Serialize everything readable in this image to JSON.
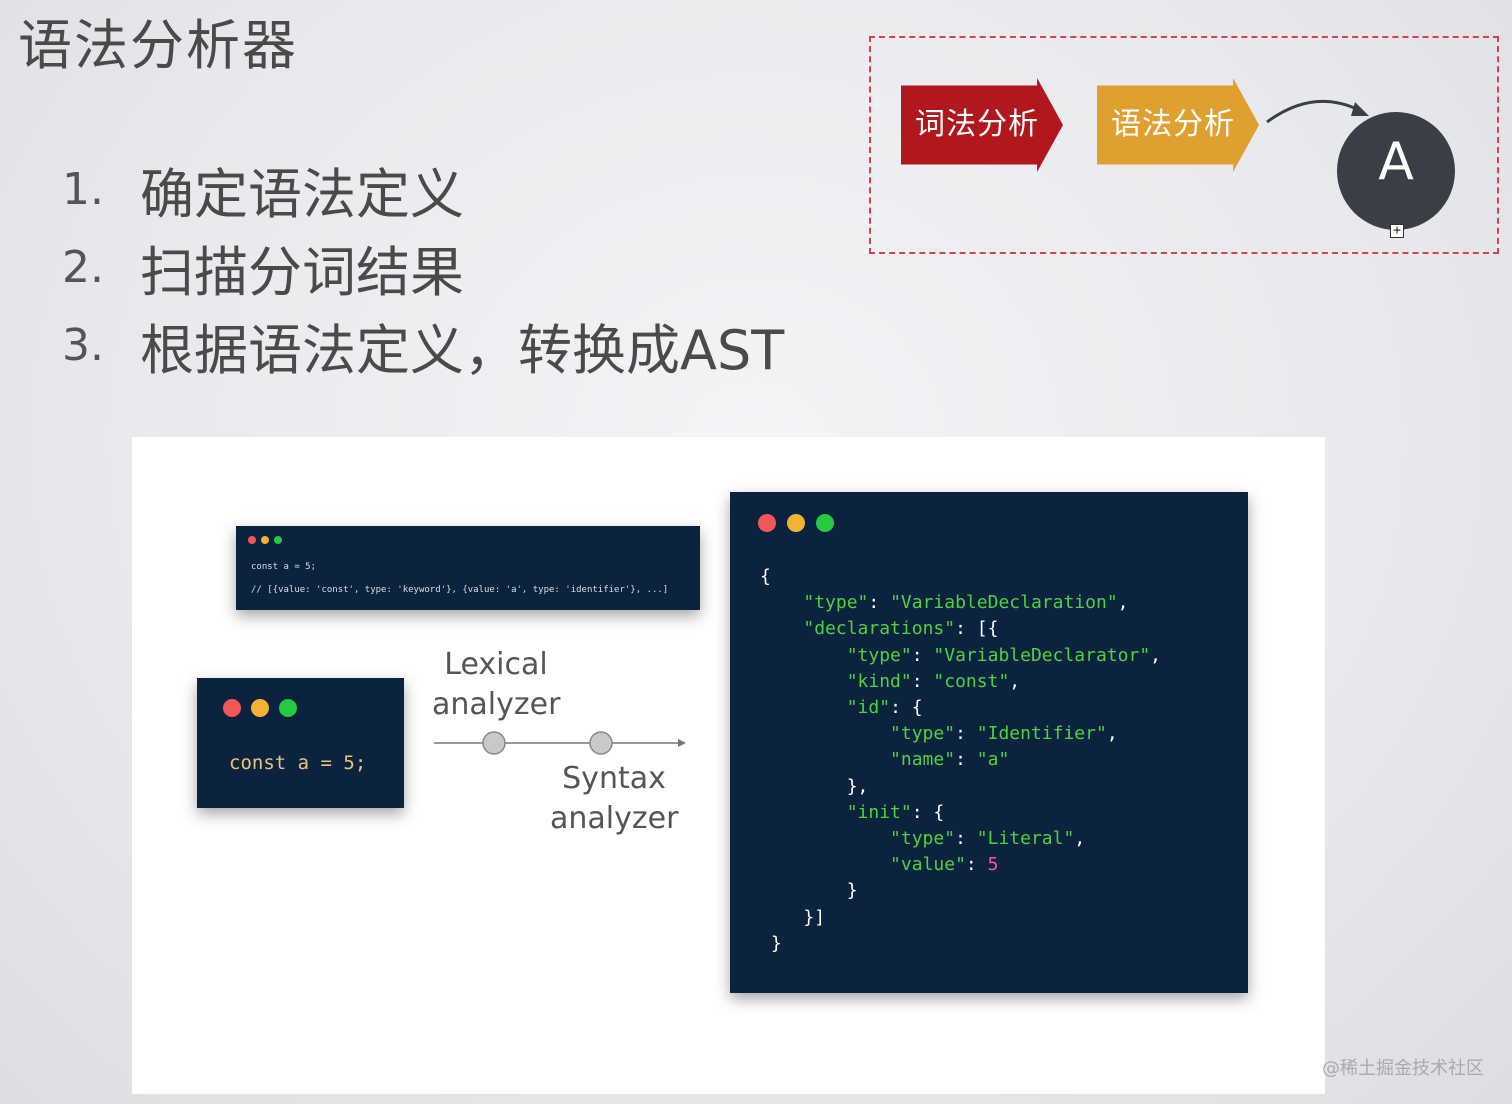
{
  "slide": {
    "title": "语法分析器",
    "steps": [
      {
        "num": "1.",
        "text": "确定语法定义"
      },
      {
        "num": "2.",
        "text": "扫描分词结果"
      },
      {
        "num": "3.",
        "text": "根据语法定义，转换成AST"
      }
    ]
  },
  "flow": {
    "lexical": "词法分析",
    "syntax": "语法分析",
    "ast_letter": "A",
    "plus": "+",
    "colors": {
      "lexical": "#b0181d",
      "syntax": "#e0a030",
      "circle": "#3a3f47",
      "border": "#d8404a"
    }
  },
  "illustration": {
    "tokens_code_line1": "const a = 5;",
    "tokens_code_line2": "// [{value: 'const', type: 'keyword'}, {value: 'a', type: 'identifier'}, ...]",
    "source_code": "const a = 5;",
    "lexical_label": "Lexical analyzer",
    "syntax_label": "Syntax analyzer",
    "dot_colors": [
      "#f25757",
      "#f2b233",
      "#27c93f"
    ]
  },
  "ast_json": {
    "l1": "{",
    "l2k": "\"type\"",
    "l2v": "\"VariableDeclaration\"",
    "l3k": "\"declarations\"",
    "l4k": "\"type\"",
    "l4v": "\"VariableDeclarator\"",
    "l5k": "\"kind\"",
    "l5v": "\"const\"",
    "l6k": "\"id\"",
    "l7k": "\"type\"",
    "l7v": "\"Identifier\"",
    "l8k": "\"name\"",
    "l8v": "\"a\"",
    "l10k": "\"init\"",
    "l11k": "\"type\"",
    "l11v": "\"Literal\"",
    "l12k": "\"value\"",
    "l12v": "5"
  },
  "watermark": "@稀土掘金技术社区"
}
